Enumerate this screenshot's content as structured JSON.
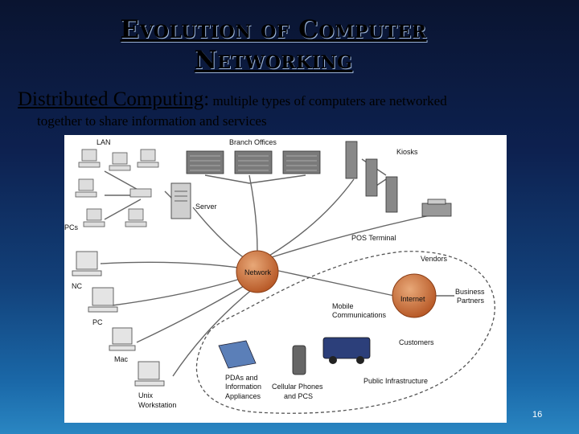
{
  "slide": {
    "title_line1": "Evolution of Computer",
    "title_line2": "Networking",
    "subtitle_term": "Distributed Computing",
    "subtitle_colon": ":",
    "subtitle_desc": " multiple types of computers are networked",
    "subtitle_line2": "together to share information and services",
    "page_number": "16"
  },
  "diagram": {
    "labels": {
      "lan": "LAN",
      "branch_offices": "Branch Offices",
      "kiosks": "Kiosks",
      "server": "Server",
      "pcs": "PCs",
      "pos_terminal": "POS Terminal",
      "vendors": "Vendors",
      "nc": "NC",
      "network": "Network",
      "business_line1": "Business",
      "business_line2": "Partners",
      "internet": "Internet",
      "mobile_line1": "Mobile",
      "mobile_line2": "Communications",
      "pc": "PC",
      "customers": "Customers",
      "mac": "Mac",
      "pdas_line1": "PDAs and",
      "pdas_line2": "Information",
      "pdas_line3": "Appliances",
      "cell_line1": "Cellular Phones",
      "cell_line2": "and PCS",
      "public_infra": "Public Infrastructure",
      "unix_line1": "Unix",
      "unix_line2": "Workstation"
    }
  }
}
